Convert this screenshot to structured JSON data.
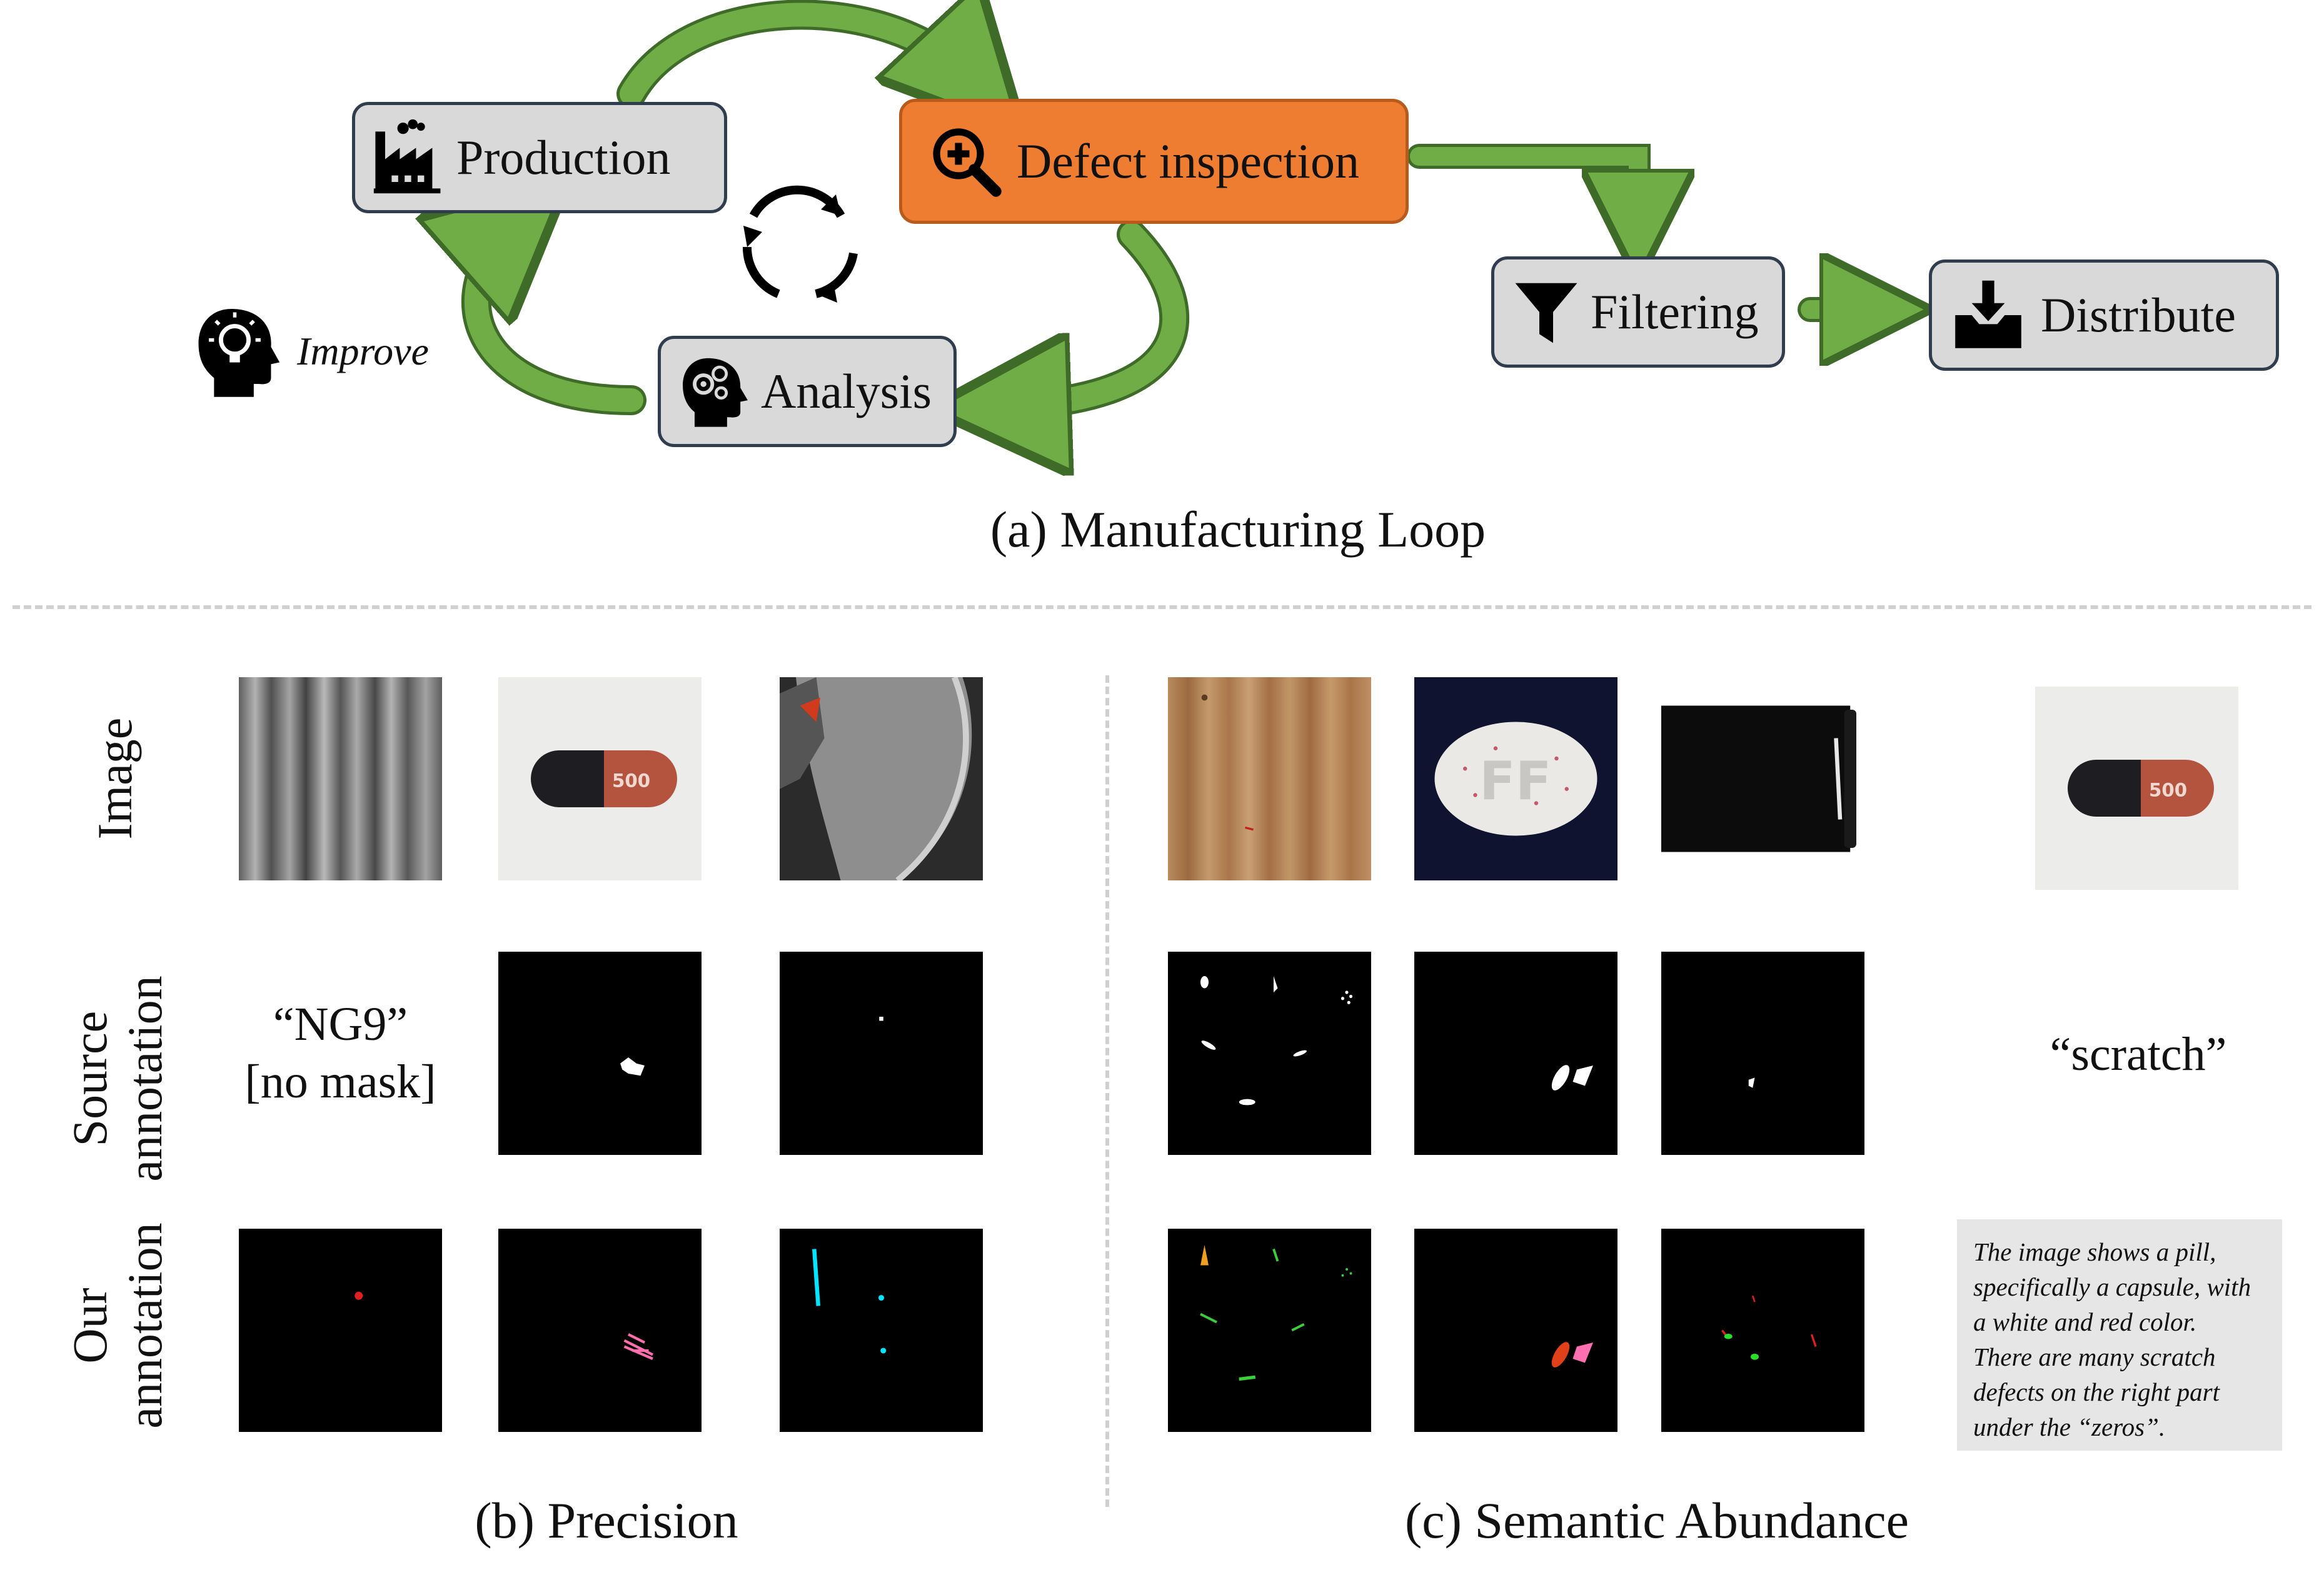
{
  "section_a": {
    "nodes": {
      "production": "Production",
      "defect_inspection": "Defect inspection",
      "analysis": "Analysis",
      "filtering": "Filtering",
      "distribute": "Distribute"
    },
    "improve_label": "Improve",
    "caption": "(a) Manufacturing Loop"
  },
  "section_b": {
    "caption": "(b) Precision",
    "source_text_line1": "“NG9”",
    "source_text_line2": "[no mask]"
  },
  "section_c": {
    "caption": "(c) Semantic Abundance",
    "source_text": "“scratch”",
    "description_lines": [
      "The image shows a pill,",
      "specifically a capsule, with",
      "a white and red color.",
      "There are many scratch",
      "defects on the right part",
      "under the “zeros”."
    ]
  },
  "row_labels": {
    "image": "Image",
    "source_line1": "Source",
    "source_line2": "annotation",
    "our_line1": "Our",
    "our_line2": "annotation"
  },
  "capsule_print": "500",
  "pill_print": "FF",
  "colors": {
    "box_fill": "#d9d9d9",
    "box_border": "#2f3d4f",
    "highlight": "#ee7d32",
    "arrow_green": "#70ad47",
    "arrow_dark": "#3f6b28",
    "divider": "#d0d0d0"
  }
}
